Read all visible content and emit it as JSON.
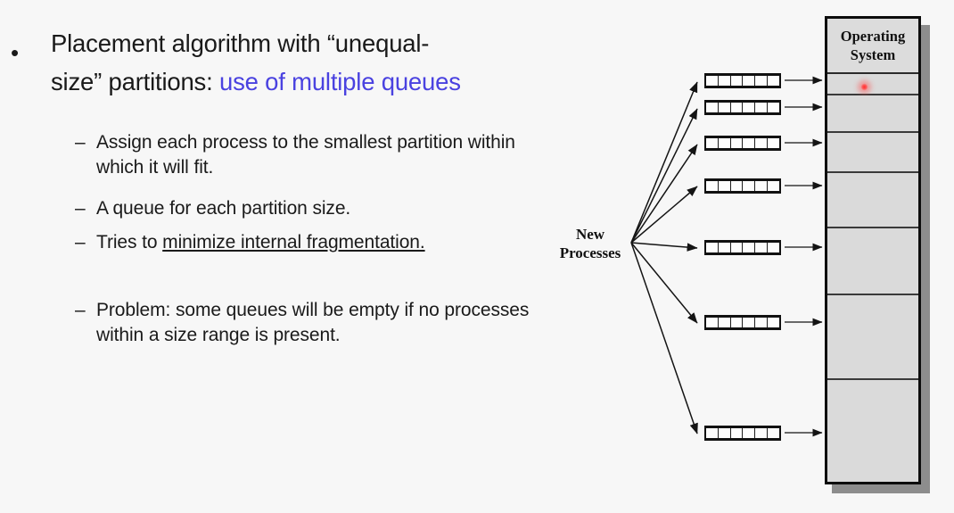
{
  "slide": {
    "title_bullet": {
      "marker": "•",
      "line1": "Placement algorithm with “unequal-",
      "line2_plain": "size” partitions: ",
      "line2_accent": "use of multiple queues",
      "accent_color": "#4a42e0"
    },
    "sub_bullets": [
      {
        "marker": "–",
        "text": "Assign each process to the smallest partition within which it will fit."
      },
      {
        "marker": "–",
        "text": "A queue for each partition size."
      },
      {
        "marker": "–",
        "pre": "Tries to ",
        "underlined": "minimize internal fragmentation."
      },
      {
        "marker": "–",
        "text": "Problem: some queues will be empty if no processes within a size range is present."
      }
    ]
  },
  "diagram": {
    "new_processes_label_line1": "New",
    "new_processes_label_line2": "Processes",
    "queue_count": 7,
    "queue_cells": 6,
    "memory": {
      "os_label_line1": "Operating",
      "os_label_line2": "System",
      "partition_count": 7,
      "fill_color": "#d9d9d9",
      "border_color": "#0d0d0d",
      "shadow_color": "#8d8d8d"
    },
    "laser_pointer": {
      "name": "laser-dot",
      "color": "#ff2d2d"
    }
  }
}
